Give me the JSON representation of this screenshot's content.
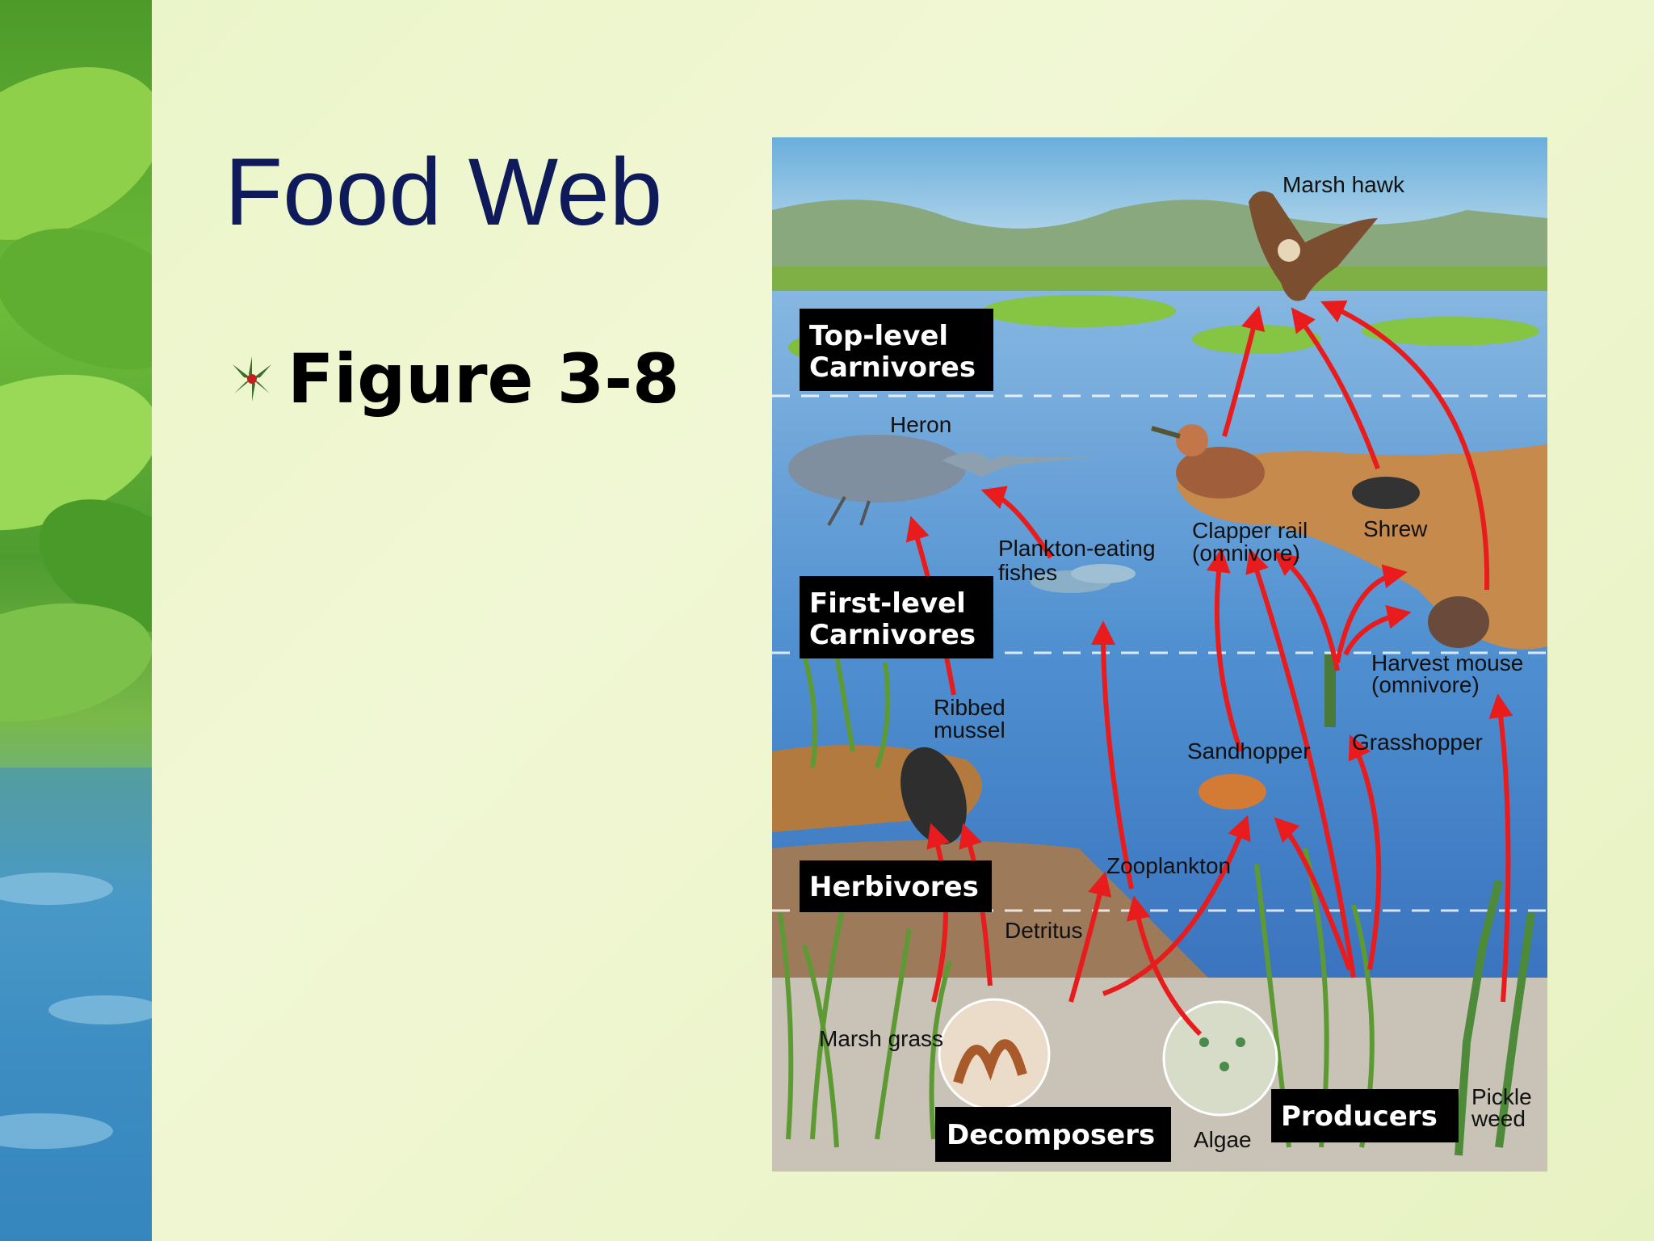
{
  "slide": {
    "title": "Food Web",
    "bullet": "Figure 3-8"
  },
  "figure": {
    "levels": {
      "top": [
        "Top-level",
        "Carnivores"
      ],
      "first": [
        "First-level",
        "Carnivores"
      ],
      "herbivores": "Herbivores",
      "decomposers": "Decomposers",
      "producers": "Producers"
    },
    "organisms": {
      "marsh_hawk": "Marsh hawk",
      "heron": "Heron",
      "plankton_fish": [
        "Plankton-eating",
        "fishes"
      ],
      "clapper_rail": [
        "Clapper rail",
        "(omnivore)"
      ],
      "shrew": "Shrew",
      "harvest_mouse": [
        "Harvest mouse",
        "(omnivore)"
      ],
      "ribbed_mussel": [
        "Ribbed",
        "mussel"
      ],
      "sandhopper": "Sandhopper",
      "grasshopper": "Grasshopper",
      "zooplankton": "Zooplankton",
      "detritus": "Detritus",
      "marsh_grass": "Marsh grass",
      "algae": "Algae",
      "pickle_weed": [
        "Pickle",
        "weed"
      ]
    }
  },
  "colors": {
    "title": "#0e1a5a",
    "arrow": "#e81c1c",
    "label_box": "#000000"
  }
}
